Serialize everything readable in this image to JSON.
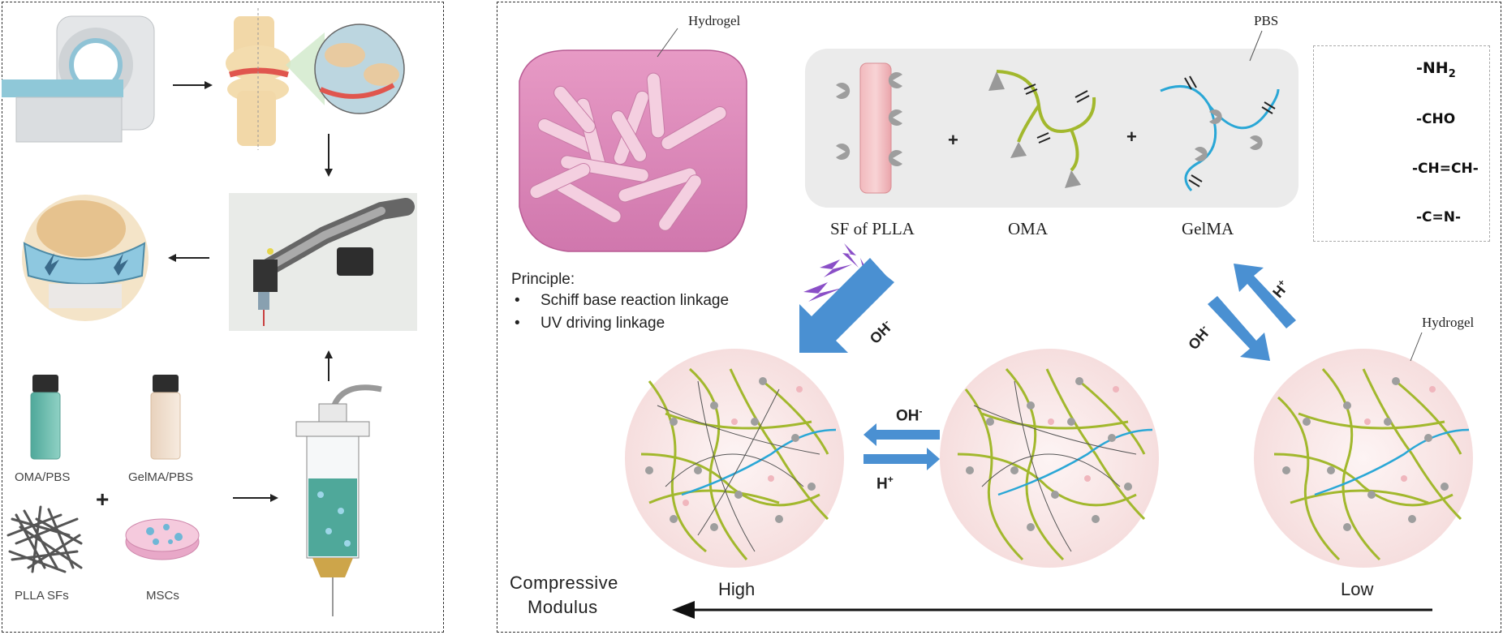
{
  "left_panel": {
    "labels": {
      "oma_pbs": "OMA/PBS",
      "gelma_pbs": "GelMA/PBS",
      "plla_sfs": "PLLA SFs",
      "mscs": "MSCs",
      "plus": "+"
    }
  },
  "right_panel": {
    "hydrogel_top": "Hydrogel",
    "hydrogel_right": "Hydrogel",
    "pbs": "PBS",
    "components": {
      "sf": "SF of PLLA",
      "oma": "OMA",
      "gelma": "GelMA",
      "plus": "+"
    },
    "legend": {
      "nh2": "-NH",
      "nh2_sub": "2",
      "cho": "-CHO",
      "chch": "-CH=CH-",
      "cn": "-C=N-"
    },
    "principle": {
      "title": "Principle:",
      "item1": "Schiff base reaction linkage",
      "item2": "UV driving linkage",
      "bullet": "•"
    },
    "arrows": {
      "oh_left": "OH",
      "oh_sup": "-",
      "oh_mid": "OH",
      "h_mid": "H",
      "h_sup": "+",
      "oh_right": "OH",
      "h_right": "H"
    },
    "modulus": {
      "line1": "Compressive",
      "line2": "Modulus",
      "high": "High",
      "low": "Low"
    }
  },
  "colors": {
    "hydrogel_pink": "#d77bb5",
    "oma_green": "#a2b82d",
    "gelma_blue": "#2aa7d6",
    "arrow_blue": "#4a90d2",
    "uv_purple": "#8a4fc7",
    "circle_pink": "#f8e6e6"
  }
}
